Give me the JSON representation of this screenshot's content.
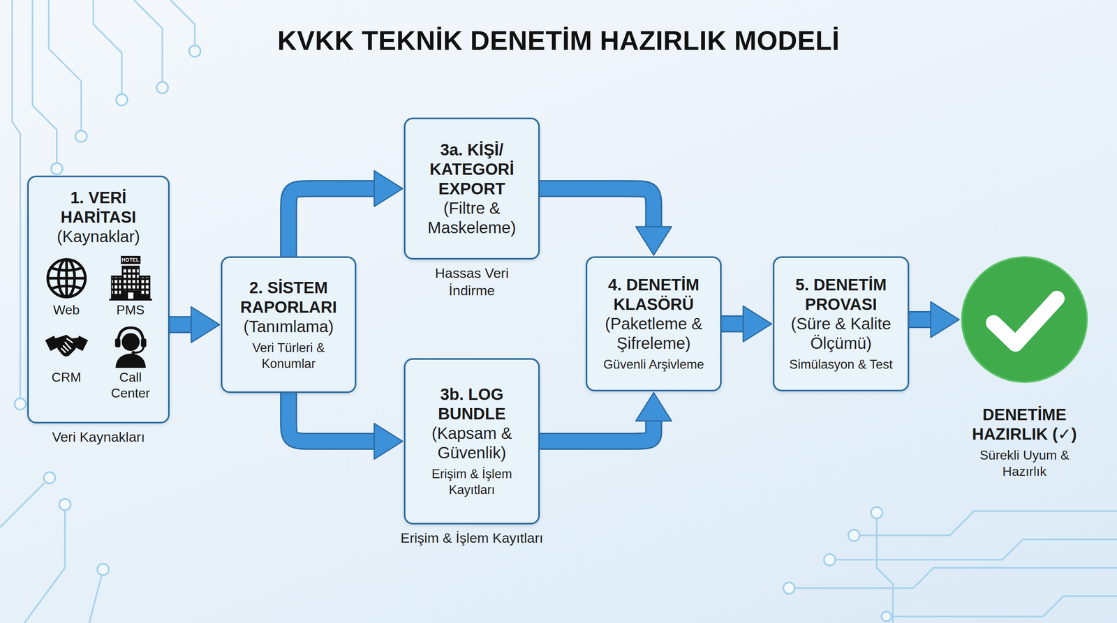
{
  "diagram": {
    "title": "KVKK TEKNİK DENETİM HAZIRLIK MODELİ",
    "nodes": [
      {
        "text": [
          "1. VERİ HARİTASI",
          "(Kaynaklar)",
          "Web",
          "PMS",
          "CRM",
          "Call Center",
          "Veri Kaynakları"
        ]
      },
      {
        "text": [
          "2. SİSTEM RAPORLARI",
          "(Tanımlama)",
          "Veri Türleri & Konumlar"
        ]
      },
      {
        "text": [
          "3a. KİŞİ/ KATEGORİ EXPORT",
          "(Filtre & Maskeleme)",
          "Hassas Veri İndirme"
        ]
      },
      {
        "text": [
          "3b. LOG BUNDLE",
          "(Kapsam & Güvenlik)",
          "Erişim & İşlem Kayıtları",
          "Erişim & İşlem Kayıtları"
        ]
      },
      {
        "text": [
          "4. DENETİM KLASÖRÜ",
          "(Paketleme & Şifreleme)",
          "Güvenli Arşivleme"
        ]
      },
      {
        "text": [
          "5. DENETİM PROVASI",
          "(Süre & Kalite Ölçümü)",
          "Simülasyon & Test"
        ]
      },
      {
        "text": [
          "DENETİME HAZIRLIK (✓)",
          "Sürekli Uyum & Hazırlık"
        ]
      }
    ],
    "edges": [
      {
        "from": 0,
        "to": 1,
        "arrow": "to"
      },
      {
        "from": 1,
        "to": 2,
        "arrow": "to"
      },
      {
        "from": 1,
        "to": 3,
        "arrow": "to"
      },
      {
        "from": 2,
        "to": 4,
        "arrow": "to"
      },
      {
        "from": 3,
        "to": 4,
        "arrow": "to"
      },
      {
        "from": 4,
        "to": 5,
        "arrow": "to"
      },
      {
        "from": 5,
        "to": 6,
        "arrow": "to"
      }
    ],
    "labels": [
      "HOTEL"
    ]
  }
}
